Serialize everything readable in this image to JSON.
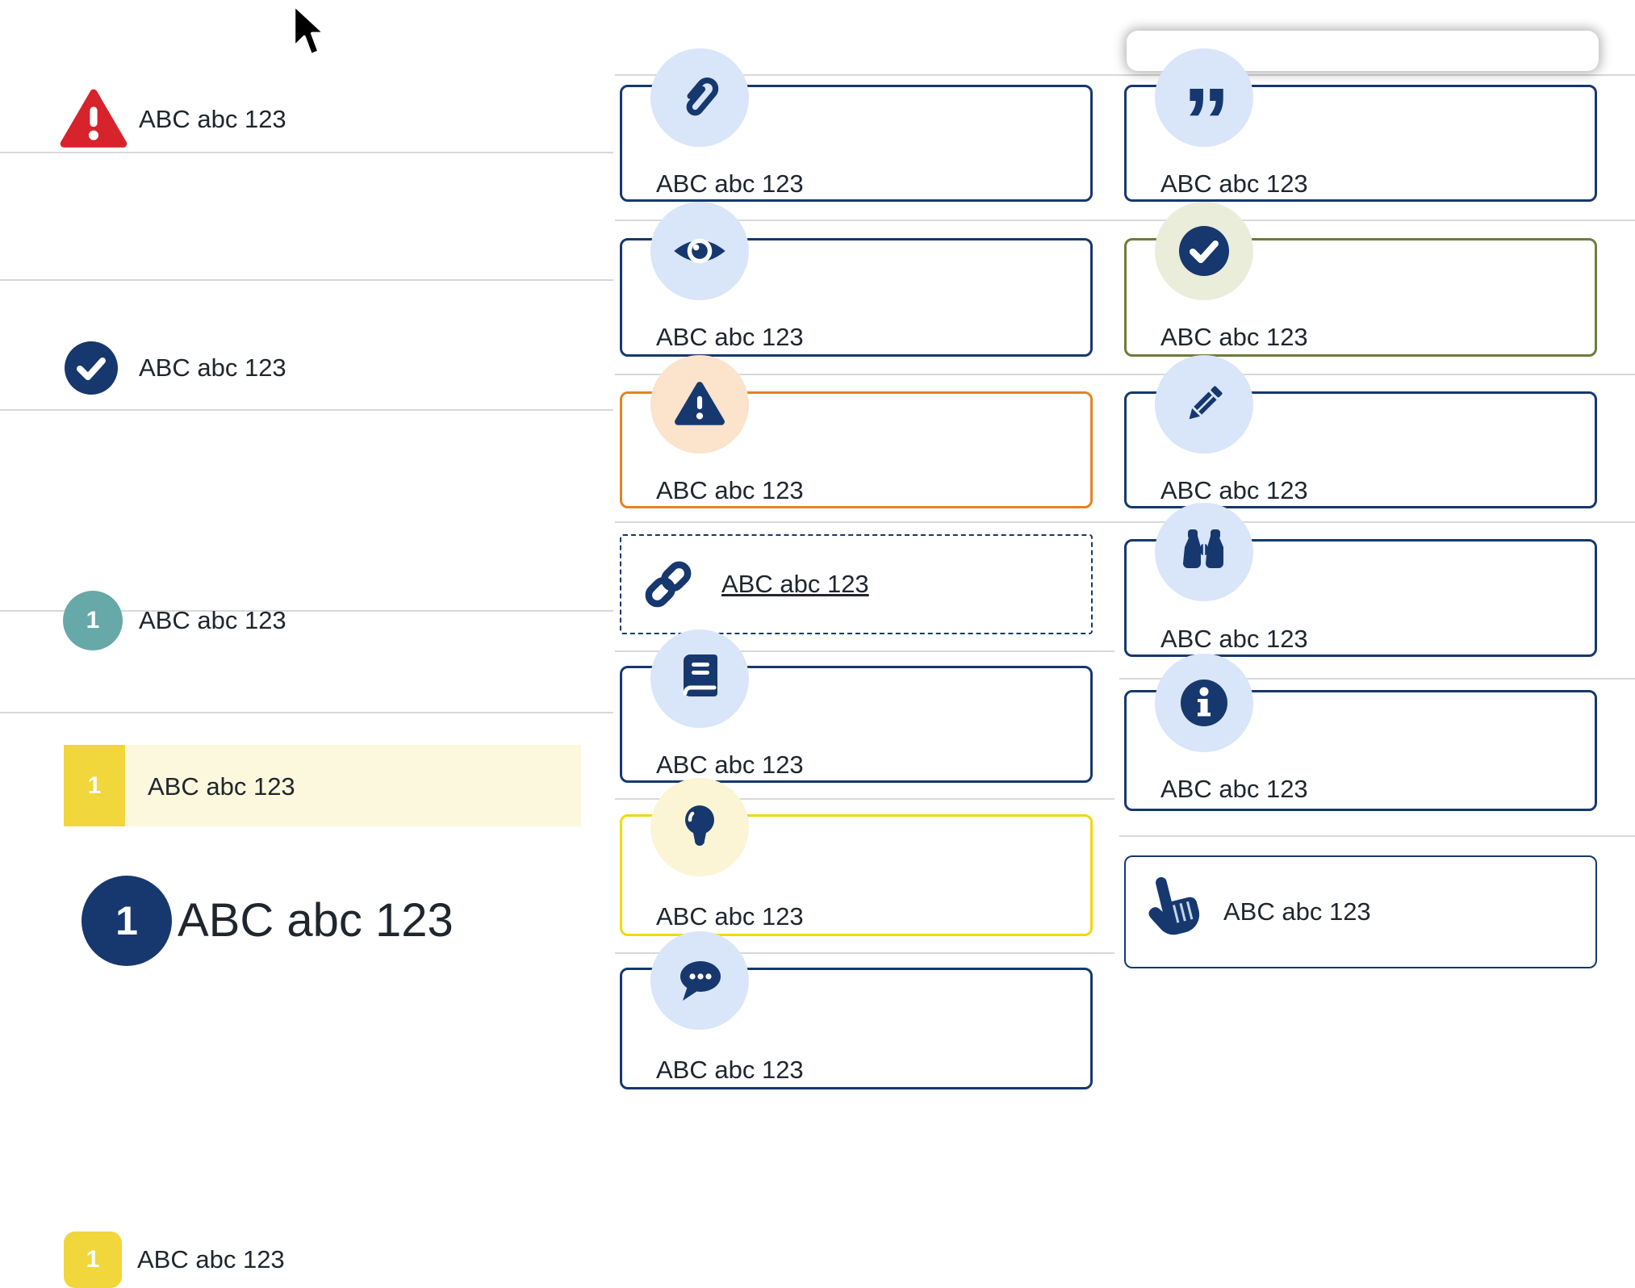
{
  "shared_label": "ABC abc 123",
  "colors": {
    "navy": "#16386e",
    "red": "#d7232b",
    "teal": "#67a8a8",
    "yellow_badge": "#f1d63c",
    "row_highlight": "#fcf8dd",
    "orange_border": "#e8821e",
    "olive_border": "#6e7d3c",
    "yellow_border": "#f2d70f",
    "light_blue_circle": "#d9e5f9",
    "peach_circle": "#fbe3cc",
    "pale_green_circle": "#e9edda",
    "pale_yellow_circle": "#fbf5d5",
    "divider": "#d8d8d8",
    "text": "#20262e"
  },
  "left_list": {
    "items": [
      {
        "icon": "warning-triangle-icon",
        "label": "ABC abc 123"
      },
      {
        "icon": "check-circle-icon",
        "label": "ABC abc 123"
      },
      {
        "icon": "teal-number-badge",
        "badge": "1",
        "label": "ABC abc 123"
      },
      {
        "icon": "navy-number-badge-large",
        "badge": "1",
        "label": "ABC abc 123"
      },
      {
        "icon": "yellow-number-badge",
        "badge": "1",
        "label": "ABC abc 123"
      },
      {
        "icon": "yellow-number-bar-badge",
        "badge": "1",
        "label": "ABC abc 123",
        "highlighted": true
      }
    ]
  },
  "middle_column": {
    "boxes": [
      {
        "icon": "paperclip-icon",
        "label": "ABC abc 123",
        "border": "navy"
      },
      {
        "icon": "eye-icon",
        "label": "ABC abc 123",
        "border": "navy"
      },
      {
        "icon": "warning-triangle-icon",
        "label": "ABC abc 123",
        "border": "orange"
      },
      {
        "icon": "link-icon",
        "label": "ABC abc 123",
        "border": "dashed",
        "link": true
      },
      {
        "icon": "book-icon",
        "label": "ABC abc 123",
        "border": "navy"
      },
      {
        "icon": "lightbulb-icon",
        "label": "ABC abc 123",
        "border": "yellow"
      },
      {
        "icon": "chat-bubble-icon",
        "label": "ABC abc 123",
        "border": "navy"
      }
    ]
  },
  "right_column": {
    "boxes": [
      {
        "icon": "quote-icon",
        "label": "ABC abc 123",
        "border": "navy",
        "quote_glyph": "”"
      },
      {
        "icon": "check-circle-icon",
        "label": "ABC abc 123",
        "border": "olive"
      },
      {
        "icon": "pencil-icon",
        "label": "ABC abc 123",
        "border": "navy"
      },
      {
        "icon": "binoculars-icon",
        "label": "ABC abc 123",
        "border": "navy"
      },
      {
        "icon": "info-circle-icon",
        "label": "ABC abc 123",
        "border": "navy"
      },
      {
        "icon": "hand-pointer-icon",
        "label": "ABC abc 123",
        "border": "navy",
        "inline_icon": true
      }
    ]
  }
}
